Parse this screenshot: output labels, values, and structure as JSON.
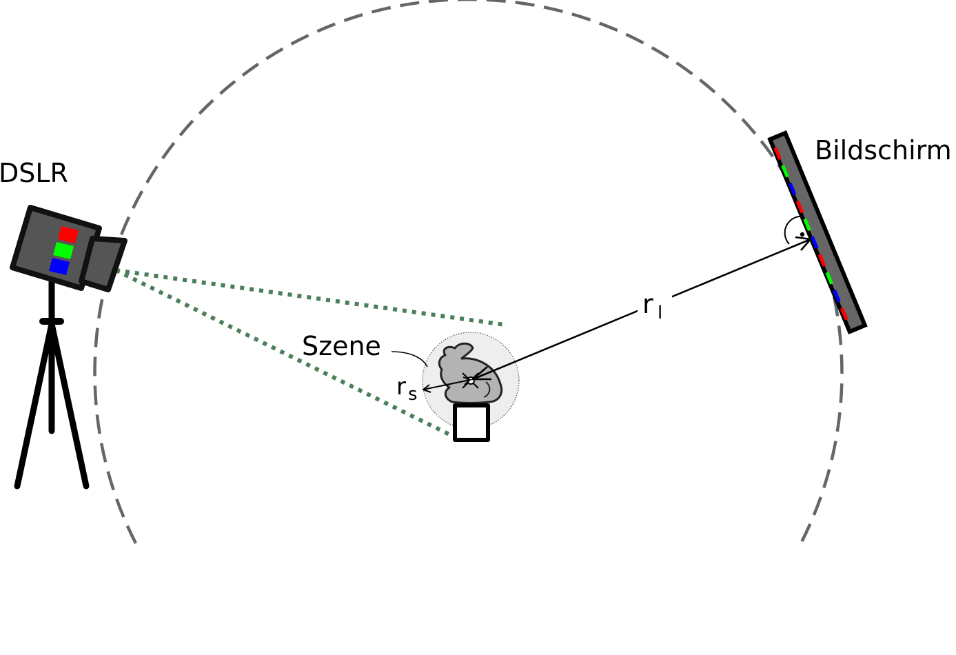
{
  "labels": {
    "camera": "DSLR",
    "screen": "Bildschirm",
    "scene": "Szene",
    "light_radius": "r",
    "light_radius_sub": "l",
    "scene_radius": "r",
    "scene_radius_sub": "s"
  },
  "icons": {
    "camera": "dslr-camera-icon",
    "tripod": "tripod-icon",
    "bunny": "stanford-bunny-icon",
    "pedestal": "pedestal-box-icon",
    "screen": "monitor-screen-icon",
    "right_angle": "right-angle-icon"
  },
  "colors": {
    "red": "#ff0000",
    "green": "#00ff00",
    "blue": "#0000ff",
    "frustum": "#4a7f5a",
    "orbit": "#666666",
    "camera_body": "#555555",
    "bunny": "#b3b3b3",
    "scene_disc": "#eeeeee",
    "screen_body": "#666666"
  }
}
